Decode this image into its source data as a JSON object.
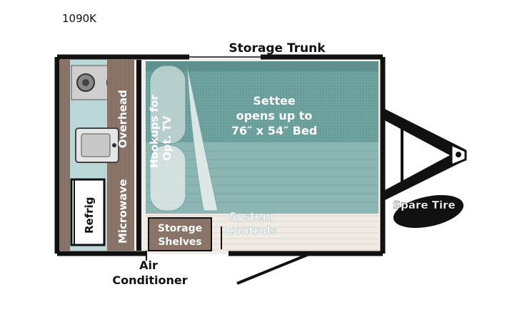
{
  "model": "1090K",
  "labels": {
    "storage_trunk": "Storage Trunk",
    "settee_line1": "Settee",
    "settee_line2": "opens up to",
    "settee_line3": "76″ x 54″ Bed",
    "hookups_line1": "Hookups for",
    "hookups_line2": "Opt. TV",
    "overhead": "Overhead",
    "microwave": "Microwave",
    "refrig": "Refrig",
    "storage_shelves_line1": "Storage",
    "storage_shelves_line2": "Shelves",
    "system_controls_line1": "System",
    "system_controls_line2": "Controls",
    "air_conditioner_line1": "Air",
    "air_conditioner_line2": "Conditioner",
    "spare_tire": "Spare Tire"
  },
  "colors": {
    "wall": "#111111",
    "wood": "#8a7468",
    "settee": "#6fa3a0",
    "settee_dark": "#5d908e",
    "floor": "#f2ede8",
    "counter": "#bcd7d7"
  }
}
